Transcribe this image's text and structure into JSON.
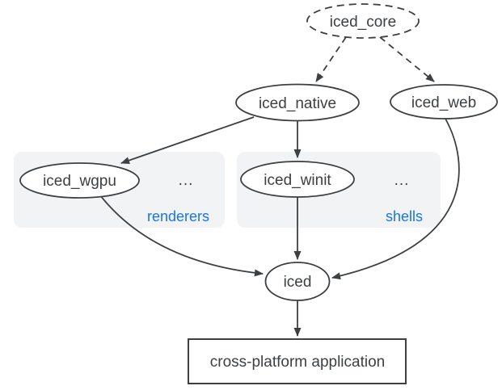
{
  "nodes": {
    "core": "iced_core",
    "native": "iced_native",
    "web": "iced_web",
    "wgpu": "iced_wgpu",
    "winit": "iced_winit",
    "iced": "iced",
    "app": "cross-platform application"
  },
  "groups": {
    "renderers": {
      "label": "renderers",
      "more": "..."
    },
    "shells": {
      "label": "shells",
      "more": "..."
    }
  },
  "colors": {
    "stroke": "#3c4043",
    "text": "#3c4043",
    "group_fill": "#f1f3f4",
    "group_label": "#1a73e8",
    "node_fill": "#ffffff",
    "bg": "#ffffff"
  }
}
